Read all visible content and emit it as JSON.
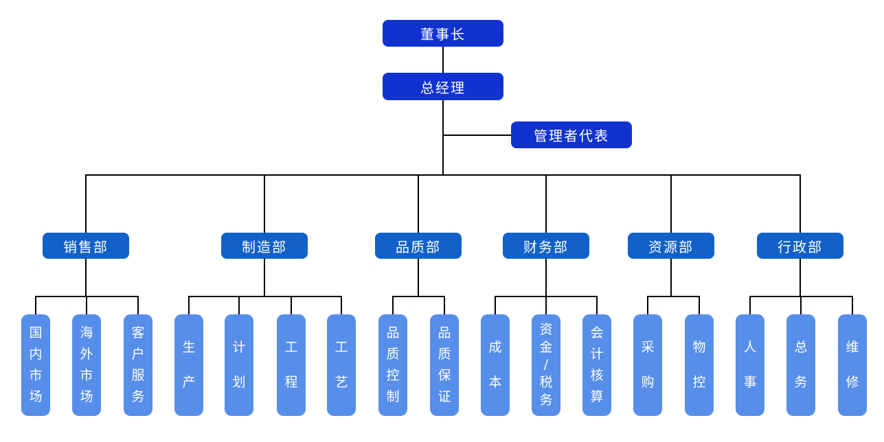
{
  "colors": {
    "executive_box": "#1232d0",
    "department_box": "#1161c8",
    "leaf_box": "#578ee9",
    "connector": "#000000",
    "text": "#ffffff",
    "background": "#ffffff"
  },
  "nodes": {
    "chairman": {
      "label": "董事长"
    },
    "general_manager": {
      "label": "总经理"
    },
    "management_representative": {
      "label": "管理者代表"
    },
    "departments": [
      {
        "id": "sales",
        "label": "销售部",
        "children": [
          {
            "label": "国内市场"
          },
          {
            "label": "海外市场"
          },
          {
            "label": "客户服务"
          }
        ]
      },
      {
        "id": "manufacturing",
        "label": "制造部",
        "children": [
          {
            "label": "生产"
          },
          {
            "label": "计划"
          },
          {
            "label": "工程"
          },
          {
            "label": "工艺"
          }
        ]
      },
      {
        "id": "quality",
        "label": "品质部",
        "children": [
          {
            "label": "品质控制"
          },
          {
            "label": "品质保证"
          }
        ]
      },
      {
        "id": "finance",
        "label": "财务部",
        "children": [
          {
            "label": "成本"
          },
          {
            "label": "资金/税务"
          },
          {
            "label": "会计核算"
          }
        ]
      },
      {
        "id": "resources",
        "label": "资源部",
        "children": [
          {
            "label": "采购"
          },
          {
            "label": "物控"
          }
        ]
      },
      {
        "id": "admin",
        "label": "行政部",
        "children": [
          {
            "label": "人事"
          },
          {
            "label": "总务"
          },
          {
            "label": "维修"
          }
        ]
      }
    ]
  }
}
